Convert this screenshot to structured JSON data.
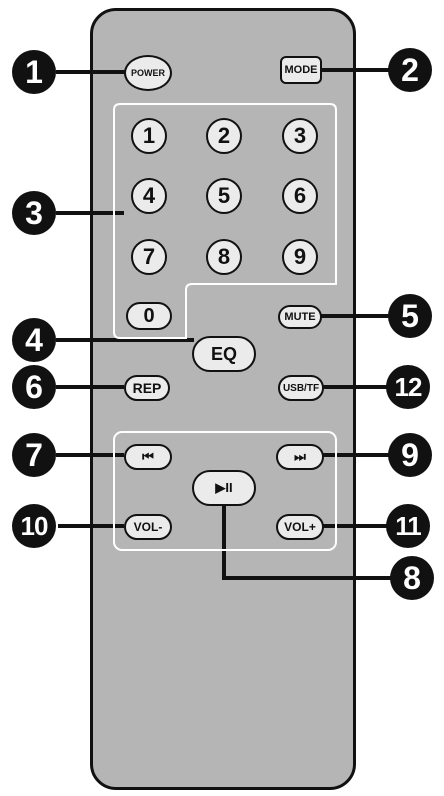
{
  "buttons": {
    "power": "POWER",
    "mode": "MODE",
    "digits": [
      "1",
      "2",
      "3",
      "4",
      "5",
      "6",
      "7",
      "8",
      "9",
      "0"
    ],
    "eq": "EQ",
    "mute": "MUTE",
    "rep": "REP",
    "usb_tf": "USB/TF",
    "prev": "⏮",
    "play_pause": "▶II",
    "next": "⏭",
    "vol_minus": "VOL-",
    "vol_plus": "VOL+"
  },
  "callouts": [
    "1",
    "2",
    "3",
    "4",
    "5",
    "6",
    "7",
    "8",
    "9",
    "10",
    "11",
    "12"
  ],
  "colors": {
    "body": "#b5b5b5",
    "button": "#ebebeb",
    "outline": "#111111",
    "callout": "#111111"
  }
}
